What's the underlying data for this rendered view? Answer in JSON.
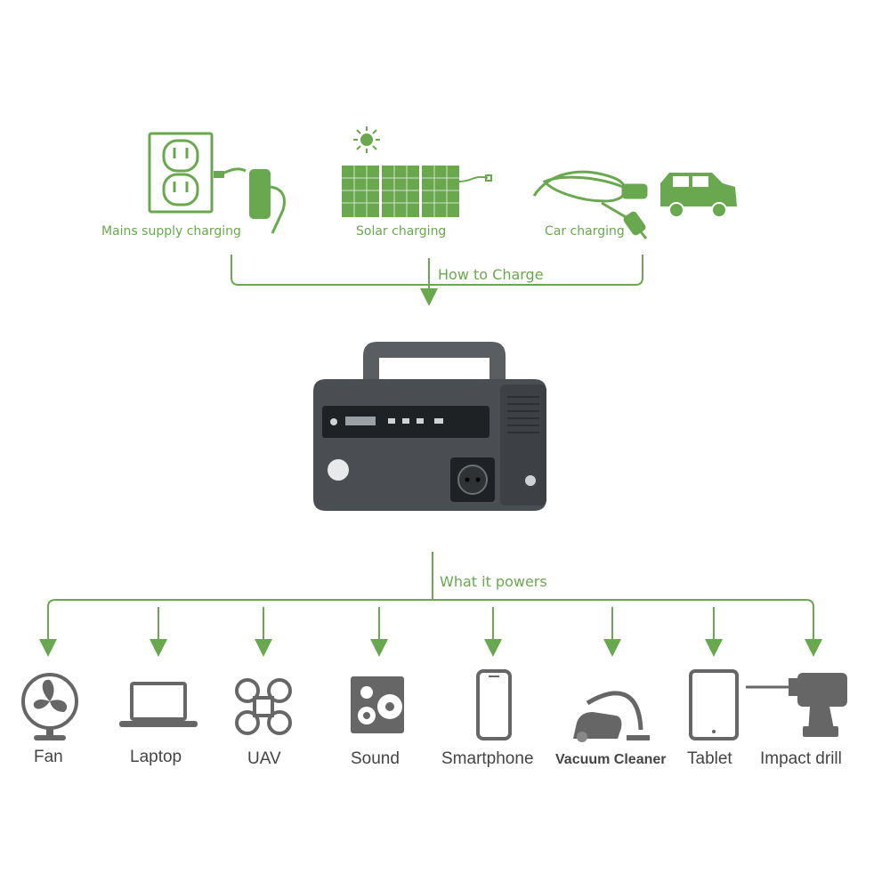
{
  "charge": {
    "sources": [
      {
        "label": "Mains supply charging",
        "icon": "wall-outlet-icon"
      },
      {
        "label": "Solar charging",
        "icon": "solar-panel-icon"
      },
      {
        "label": "Car charging",
        "icon": "car-charger-icon"
      }
    ],
    "title": "How to Charge"
  },
  "powers": {
    "title": "What it powers",
    "devices": [
      {
        "label": "Fan",
        "icon": "fan-icon"
      },
      {
        "label": "Laptop",
        "icon": "laptop-icon"
      },
      {
        "label": "UAV",
        "icon": "drone-icon"
      },
      {
        "label": "Sound",
        "icon": "speaker-icon"
      },
      {
        "label": "Smartphone",
        "icon": "smartphone-icon"
      },
      {
        "label": "Vacuum Cleaner",
        "icon": "vacuum-cleaner-icon"
      },
      {
        "label": "Tablet",
        "icon": "tablet-icon"
      },
      {
        "label": "Impact drill",
        "icon": "impact-drill-icon"
      }
    ]
  },
  "colors": {
    "accent": "#6aa84f",
    "device": "#555555",
    "product": "#4a4e52"
  }
}
